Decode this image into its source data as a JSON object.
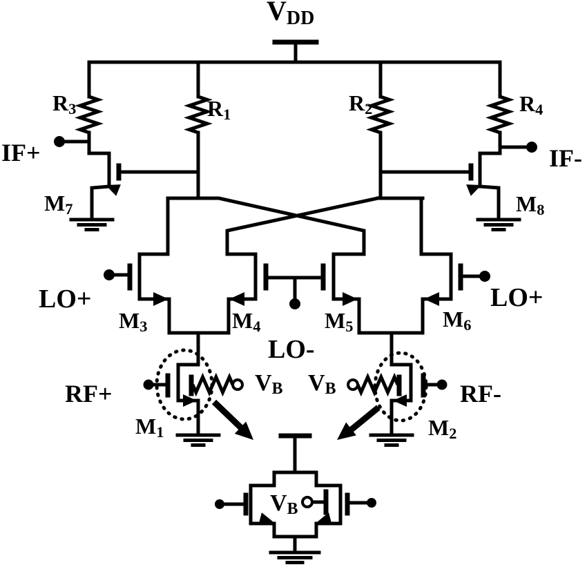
{
  "figure": {
    "type": "circuit-schematic",
    "ink_color": "#000000",
    "background_color": "#ffffff"
  },
  "labels": {
    "vdd": {
      "main": "V",
      "sub": "DD"
    },
    "r1": {
      "main": "R",
      "sub": "1"
    },
    "r2": {
      "main": "R",
      "sub": "2"
    },
    "r3": {
      "main": "R",
      "sub": "3"
    },
    "r4": {
      "main": "R",
      "sub": "4"
    },
    "if_plus": {
      "text": "IF+"
    },
    "if_minus": {
      "text": "IF-"
    },
    "m1": {
      "main": "M",
      "sub": "1"
    },
    "m2": {
      "main": "M",
      "sub": "2"
    },
    "m3": {
      "main": "M",
      "sub": "3"
    },
    "m4": {
      "main": "M",
      "sub": "4"
    },
    "m5": {
      "main": "M",
      "sub": "5"
    },
    "m6": {
      "main": "M",
      "sub": "6"
    },
    "m7": {
      "main": "M",
      "sub": "7"
    },
    "m8": {
      "main": "M",
      "sub": "8"
    },
    "lo_plus_left": {
      "text": "LO+"
    },
    "lo_plus_right": {
      "text": "LO+"
    },
    "lo_minus": {
      "text": "LO-"
    },
    "rf_plus": {
      "text": "RF+"
    },
    "rf_minus": {
      "text": "RF-"
    },
    "vb_left": {
      "main": "V",
      "sub": "B"
    },
    "vb_right": {
      "main": "V",
      "sub": "B"
    },
    "vb_bottom": {
      "main": "V",
      "sub": "B"
    }
  }
}
